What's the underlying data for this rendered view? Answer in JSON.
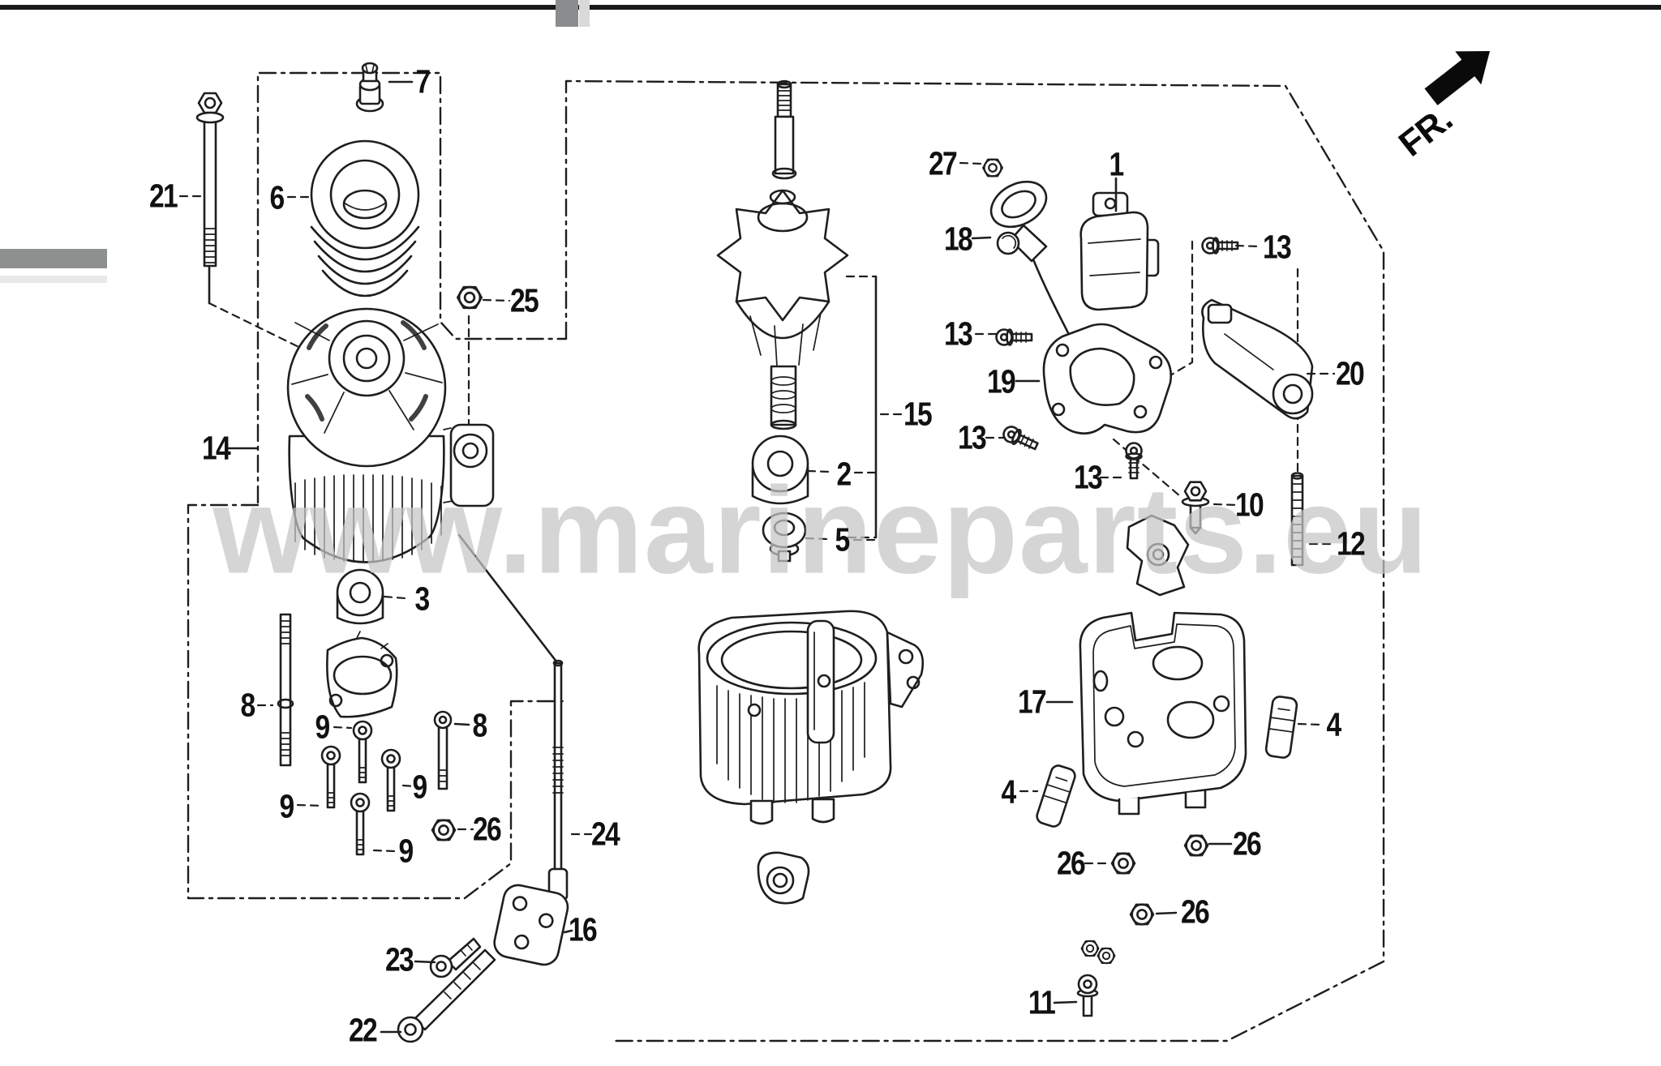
{
  "watermark": {
    "text": "www.marineparts.eu",
    "color": "#c6c6c6"
  },
  "direction_indicator": {
    "label": "FR.",
    "arrow_color": "#0a0a0a"
  },
  "artifacts": {
    "top_line_color": "#1a1a1a",
    "tab_color": "#8a8c8e",
    "tab_light_color": "#d9d9d9",
    "sidebar_dark_color": "#8e9090",
    "sidebar_light_color": "#e9e9e9"
  },
  "diagram": {
    "line_color": "#1e1e1e",
    "callouts": [
      {
        "text": "7"
      },
      {
        "text": "6"
      },
      {
        "text": "21"
      },
      {
        "text": "25"
      },
      {
        "text": "14"
      },
      {
        "text": "3"
      },
      {
        "text": "8"
      },
      {
        "text": "9"
      },
      {
        "text": "9"
      },
      {
        "text": "9"
      },
      {
        "text": "9"
      },
      {
        "text": "8"
      },
      {
        "text": "26"
      },
      {
        "text": "24"
      },
      {
        "text": "16"
      },
      {
        "text": "23"
      },
      {
        "text": "22"
      },
      {
        "text": "15"
      },
      {
        "text": "2"
      },
      {
        "text": "5"
      },
      {
        "text": "27"
      },
      {
        "text": "18"
      },
      {
        "text": "1"
      },
      {
        "text": "13"
      },
      {
        "text": "13"
      },
      {
        "text": "19"
      },
      {
        "text": "20"
      },
      {
        "text": "13"
      },
      {
        "text": "13"
      },
      {
        "text": "10"
      },
      {
        "text": "12"
      },
      {
        "text": "17"
      },
      {
        "text": "4"
      },
      {
        "text": "4"
      },
      {
        "text": "26"
      },
      {
        "text": "26"
      },
      {
        "text": "26"
      },
      {
        "text": "11"
      }
    ]
  }
}
